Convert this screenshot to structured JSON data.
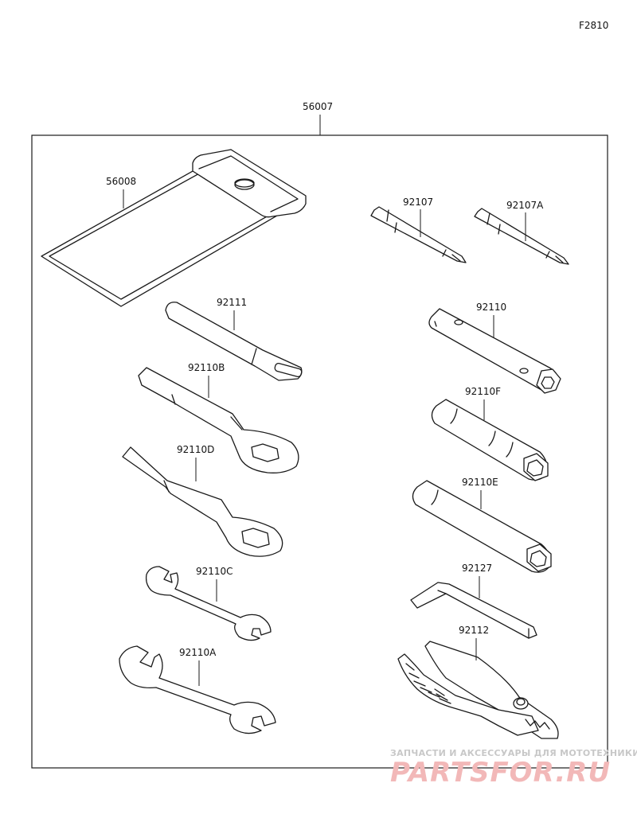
{
  "diagram": {
    "figure_id": "F2810",
    "assembly_part": "56007",
    "parts": [
      {
        "key": "pouch",
        "number": "56008"
      },
      {
        "key": "screwdriver",
        "number": "92107"
      },
      {
        "key": "screwdriver_a",
        "number": "92107A"
      },
      {
        "key": "bar",
        "number": "92111"
      },
      {
        "key": "box_wrench_b",
        "number": "92110B"
      },
      {
        "key": "box_wrench_d",
        "number": "92110D"
      },
      {
        "key": "spanner_c",
        "number": "92110C"
      },
      {
        "key": "spanner_a",
        "number": "92110A"
      },
      {
        "key": "socket_wrench",
        "number": "92110"
      },
      {
        "key": "socket_wrench_f",
        "number": "92110F"
      },
      {
        "key": "socket_wrench_e",
        "number": "92110E"
      },
      {
        "key": "hex_key",
        "number": "92127"
      },
      {
        "key": "pliers",
        "number": "92112"
      }
    ]
  },
  "watermark": {
    "tagline": "ЗАПЧАСТИ И АКСЕССУАРЫ ДЛЯ МОТОТЕХНИКИ",
    "site": "PARTSFOR.RU"
  }
}
